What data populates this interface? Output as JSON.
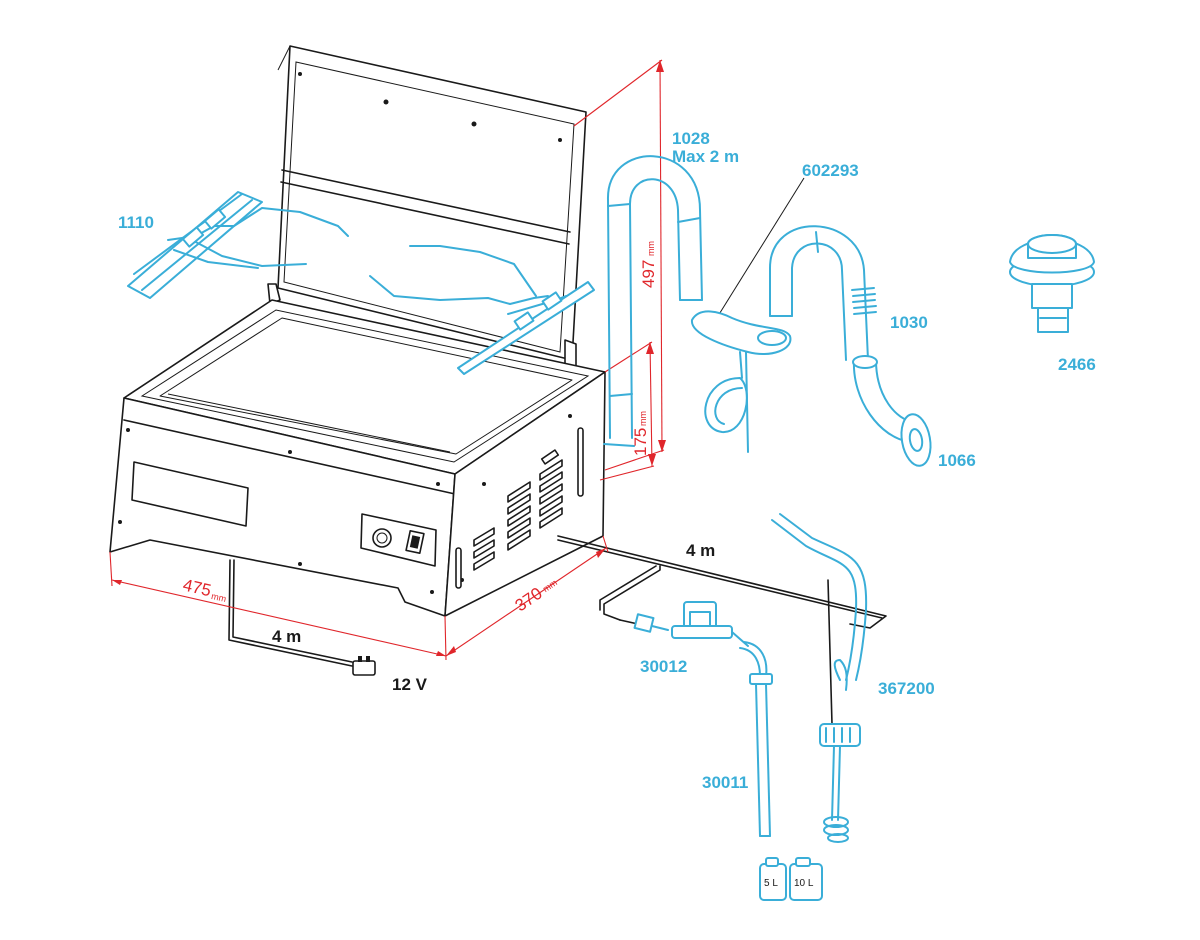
{
  "colors": {
    "parts": "#3aaed8",
    "dimensions": "#e0262b",
    "machine": "#1a1a1a",
    "background": "#ffffff"
  },
  "parts": {
    "p1110": "1110",
    "p1028": "1028",
    "p1028_note": "Max 2 m",
    "p602293": "602293",
    "p1030": "1030",
    "p2466": "2466",
    "p1066": "1066",
    "p30012": "30012",
    "p367200": "367200",
    "p30011": "30011"
  },
  "cables": {
    "power_length": "4 m",
    "power_voltage": "12 V",
    "water_length": "4 m"
  },
  "dimensions": {
    "width": "475",
    "depth": "370",
    "height_open": "497",
    "height_closed": "175",
    "unit": "mm"
  },
  "canisters": {
    "small": "5 L",
    "large": "10 L"
  }
}
